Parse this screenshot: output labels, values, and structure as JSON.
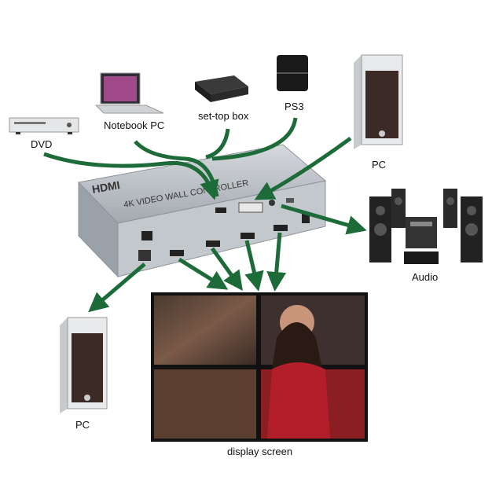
{
  "brand": "HDMI",
  "controller": {
    "title": "4K VIDEO WALL CONTROLLER"
  },
  "devices": {
    "dvd": "DVD",
    "notebook": "Notebook PC",
    "settop": "set-top box",
    "ps3": "PS3",
    "pc_top": "PC",
    "audio": "Audio",
    "pc_bottom": "PC",
    "display": "display screen"
  },
  "colors": {
    "arrow": "#1e6b3a",
    "device_body": "#b9bec4",
    "device_dark": "#3a3f45",
    "pc_front": "#3b2a26"
  },
  "icons": {
    "dvd": "dvd-player-icon",
    "notebook": "laptop-icon",
    "settop": "set-top-box-icon",
    "ps3": "game-console-icon",
    "pc": "desktop-tower-icon",
    "audio": "speaker-system-icon",
    "display": "video-wall-icon"
  }
}
